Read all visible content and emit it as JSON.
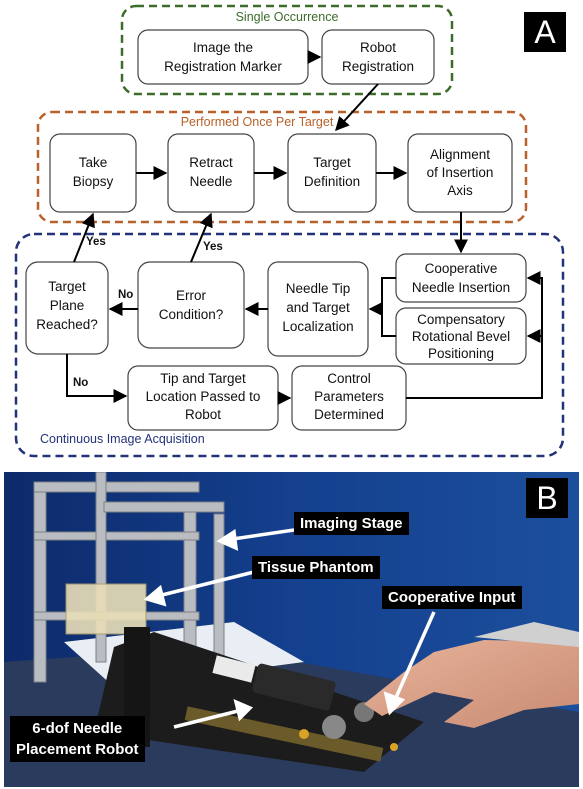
{
  "panel_a": {
    "letter": "A",
    "groups": {
      "single": "Single Occurrence",
      "per_target": "Performed Once Per Target",
      "continuous": "Continuous Image Acquisition"
    },
    "nodes": {
      "image_marker": [
        "Image the",
        "Registration Marker"
      ],
      "robot_registration": [
        "Robot",
        "Registration"
      ],
      "take_biopsy": [
        "Take",
        "Biopsy"
      ],
      "retract_needle": [
        "Retract",
        "Needle"
      ],
      "target_definition": [
        "Target",
        "Definition"
      ],
      "alignment": [
        "Alignment",
        "of Insertion",
        "Axis"
      ],
      "coop_insertion": [
        "Cooperative",
        "Needle Insertion"
      ],
      "comp_bevel": [
        "Compensatory",
        "Rotational Bevel",
        "Positioning"
      ],
      "localization": [
        "Needle Tip",
        "and Target",
        "Localization"
      ],
      "error_condition": [
        "Error",
        "Condition?"
      ],
      "target_plane": [
        "Target",
        "Plane",
        "Reached?"
      ],
      "tip_location": [
        "Tip and Target",
        "Location Passed to",
        "Robot"
      ],
      "control_params": [
        "Control",
        "Parameters",
        "Determined"
      ]
    },
    "edge_labels": {
      "yes1": "Yes",
      "yes2": "Yes",
      "no1": "No",
      "no2": "No"
    },
    "colors": {
      "single": "#3d6b2a",
      "per_target": "#b8612a",
      "continuous": "#23337a"
    }
  },
  "panel_b": {
    "letter": "B",
    "labels": {
      "imaging_stage": "Imaging Stage",
      "tissue_phantom": "Tissue Phantom",
      "cooperative_input": "Cooperative Input",
      "robot_line1": "6-dof Needle",
      "robot_line2": "Placement Robot"
    }
  }
}
